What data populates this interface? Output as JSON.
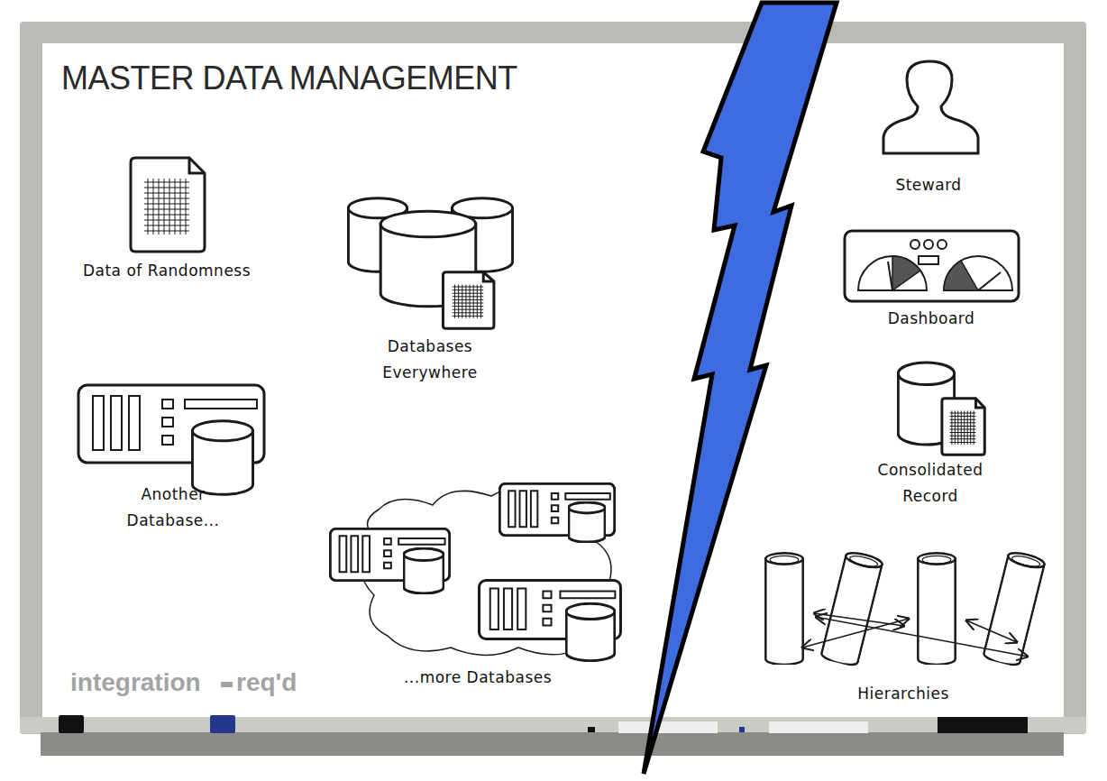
{
  "diagram": {
    "title": "MASTER DATA MANAGEMENT",
    "labels": [
      "Data of Randomness",
      "Databases Everywhere",
      "Another Database...",
      "...more Databases",
      "Steward",
      "Dashboard",
      "Consolidated Record",
      "Hierarchies",
      "integration",
      "req'd"
    ]
  }
}
